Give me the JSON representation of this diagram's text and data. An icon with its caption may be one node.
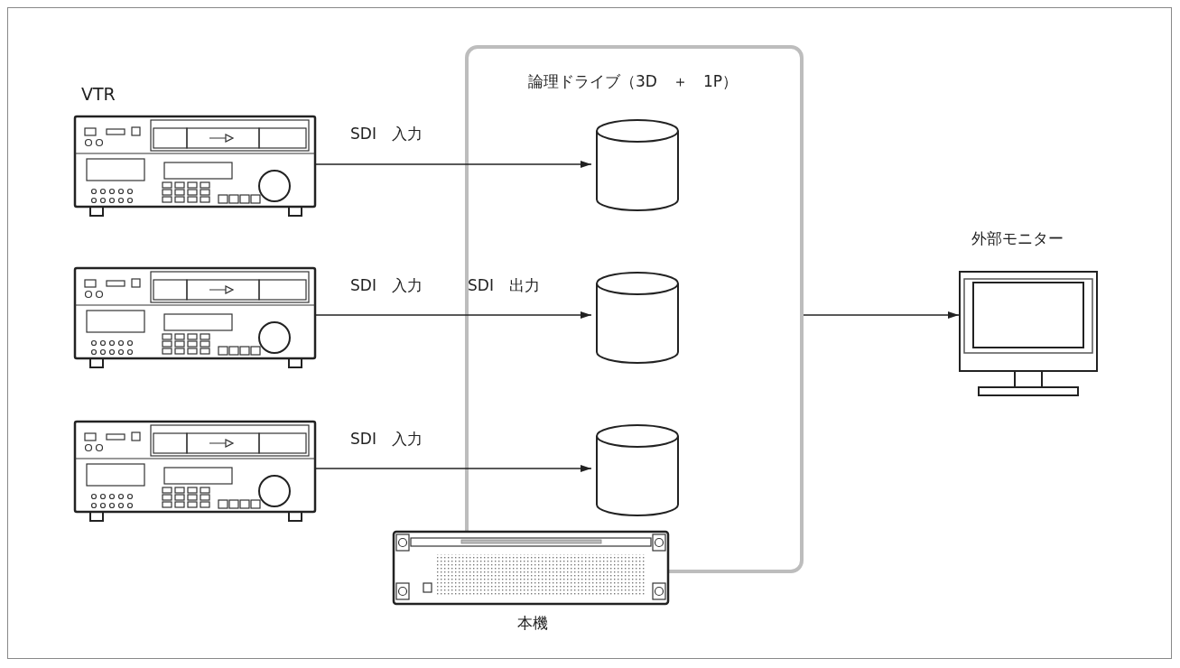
{
  "diagram": {
    "nodes": [
      {
        "text": [
          "VTR"
        ]
      },
      {
        "text": [],
        "shape": "picture"
      },
      {
        "text": [],
        "shape": "picture"
      },
      {
        "text": [
          "論理ドライブ（3D　＋　1P）"
        ]
      },
      {
        "text": [],
        "shape": "cylinder",
        "in": 3
      },
      {
        "text": [],
        "shape": "cylinder",
        "in": 3
      },
      {
        "text": [],
        "shape": "cylinder",
        "in": 3
      },
      {
        "text": [
          "本機"
        ]
      },
      {
        "text": [
          "外部モニター"
        ]
      }
    ],
    "edges": [
      {
        "from": 0,
        "to": 4,
        "arrow": "to",
        "label": "SDI　入力"
      },
      {
        "from": 1,
        "to": 5,
        "arrow": "to",
        "label": "SDI　入力"
      },
      {
        "from": 2,
        "to": 6,
        "arrow": "to",
        "label": "SDI　入力"
      },
      {
        "from": 3,
        "to": 8,
        "arrow": "to"
      }
    ],
    "labels": [
      "SDI　出力"
    ]
  }
}
